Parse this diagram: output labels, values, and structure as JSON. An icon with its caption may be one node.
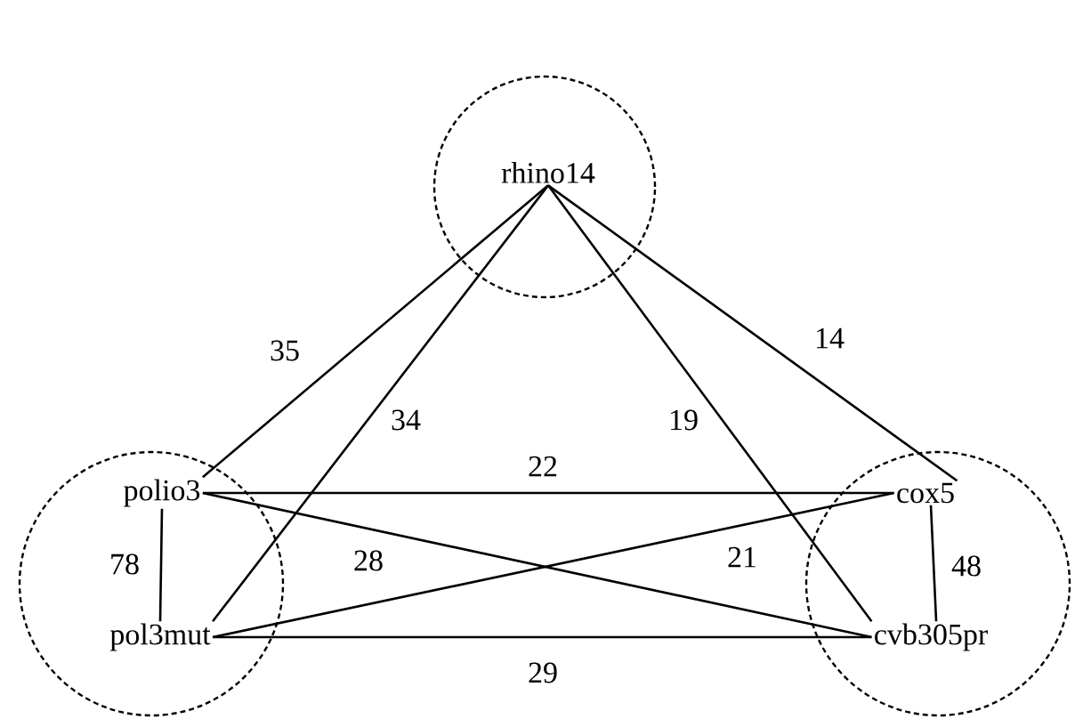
{
  "diagram": {
    "nodes": [
      {
        "text": [],
        "shape": "circle"
      },
      {
        "text": [
          "rhino14"
        ],
        "in": 0
      },
      {
        "text": [],
        "shape": "circle"
      },
      {
        "text": [
          "polio3"
        ],
        "in": 2
      },
      {
        "text": [
          "pol3mut"
        ],
        "in": 2
      },
      {
        "text": [],
        "shape": "circle"
      },
      {
        "text": [
          "cox5"
        ],
        "in": 5
      },
      {
        "text": [
          "cvb305pr"
        ],
        "in": 5
      }
    ],
    "edges": [
      {
        "from": 1,
        "to": 3,
        "arrow": "none",
        "label": "35"
      },
      {
        "from": 1,
        "to": 4,
        "arrow": "none",
        "label": "34"
      },
      {
        "from": 1,
        "to": 7,
        "arrow": "none",
        "label": "19"
      },
      {
        "from": 1,
        "to": 6,
        "arrow": "none",
        "label": "14"
      },
      {
        "from": 3,
        "to": 6,
        "arrow": "none",
        "label": "22"
      },
      {
        "from": 3,
        "to": 7,
        "arrow": "none",
        "label": "28"
      },
      {
        "from": 4,
        "to": 6,
        "arrow": "none",
        "label": "21"
      },
      {
        "from": 4,
        "to": 7,
        "arrow": "none",
        "label": "29"
      },
      {
        "from": 3,
        "to": 4,
        "arrow": "none",
        "label": "78"
      },
      {
        "from": 6,
        "to": 7,
        "arrow": "none",
        "label": "48"
      }
    ]
  }
}
